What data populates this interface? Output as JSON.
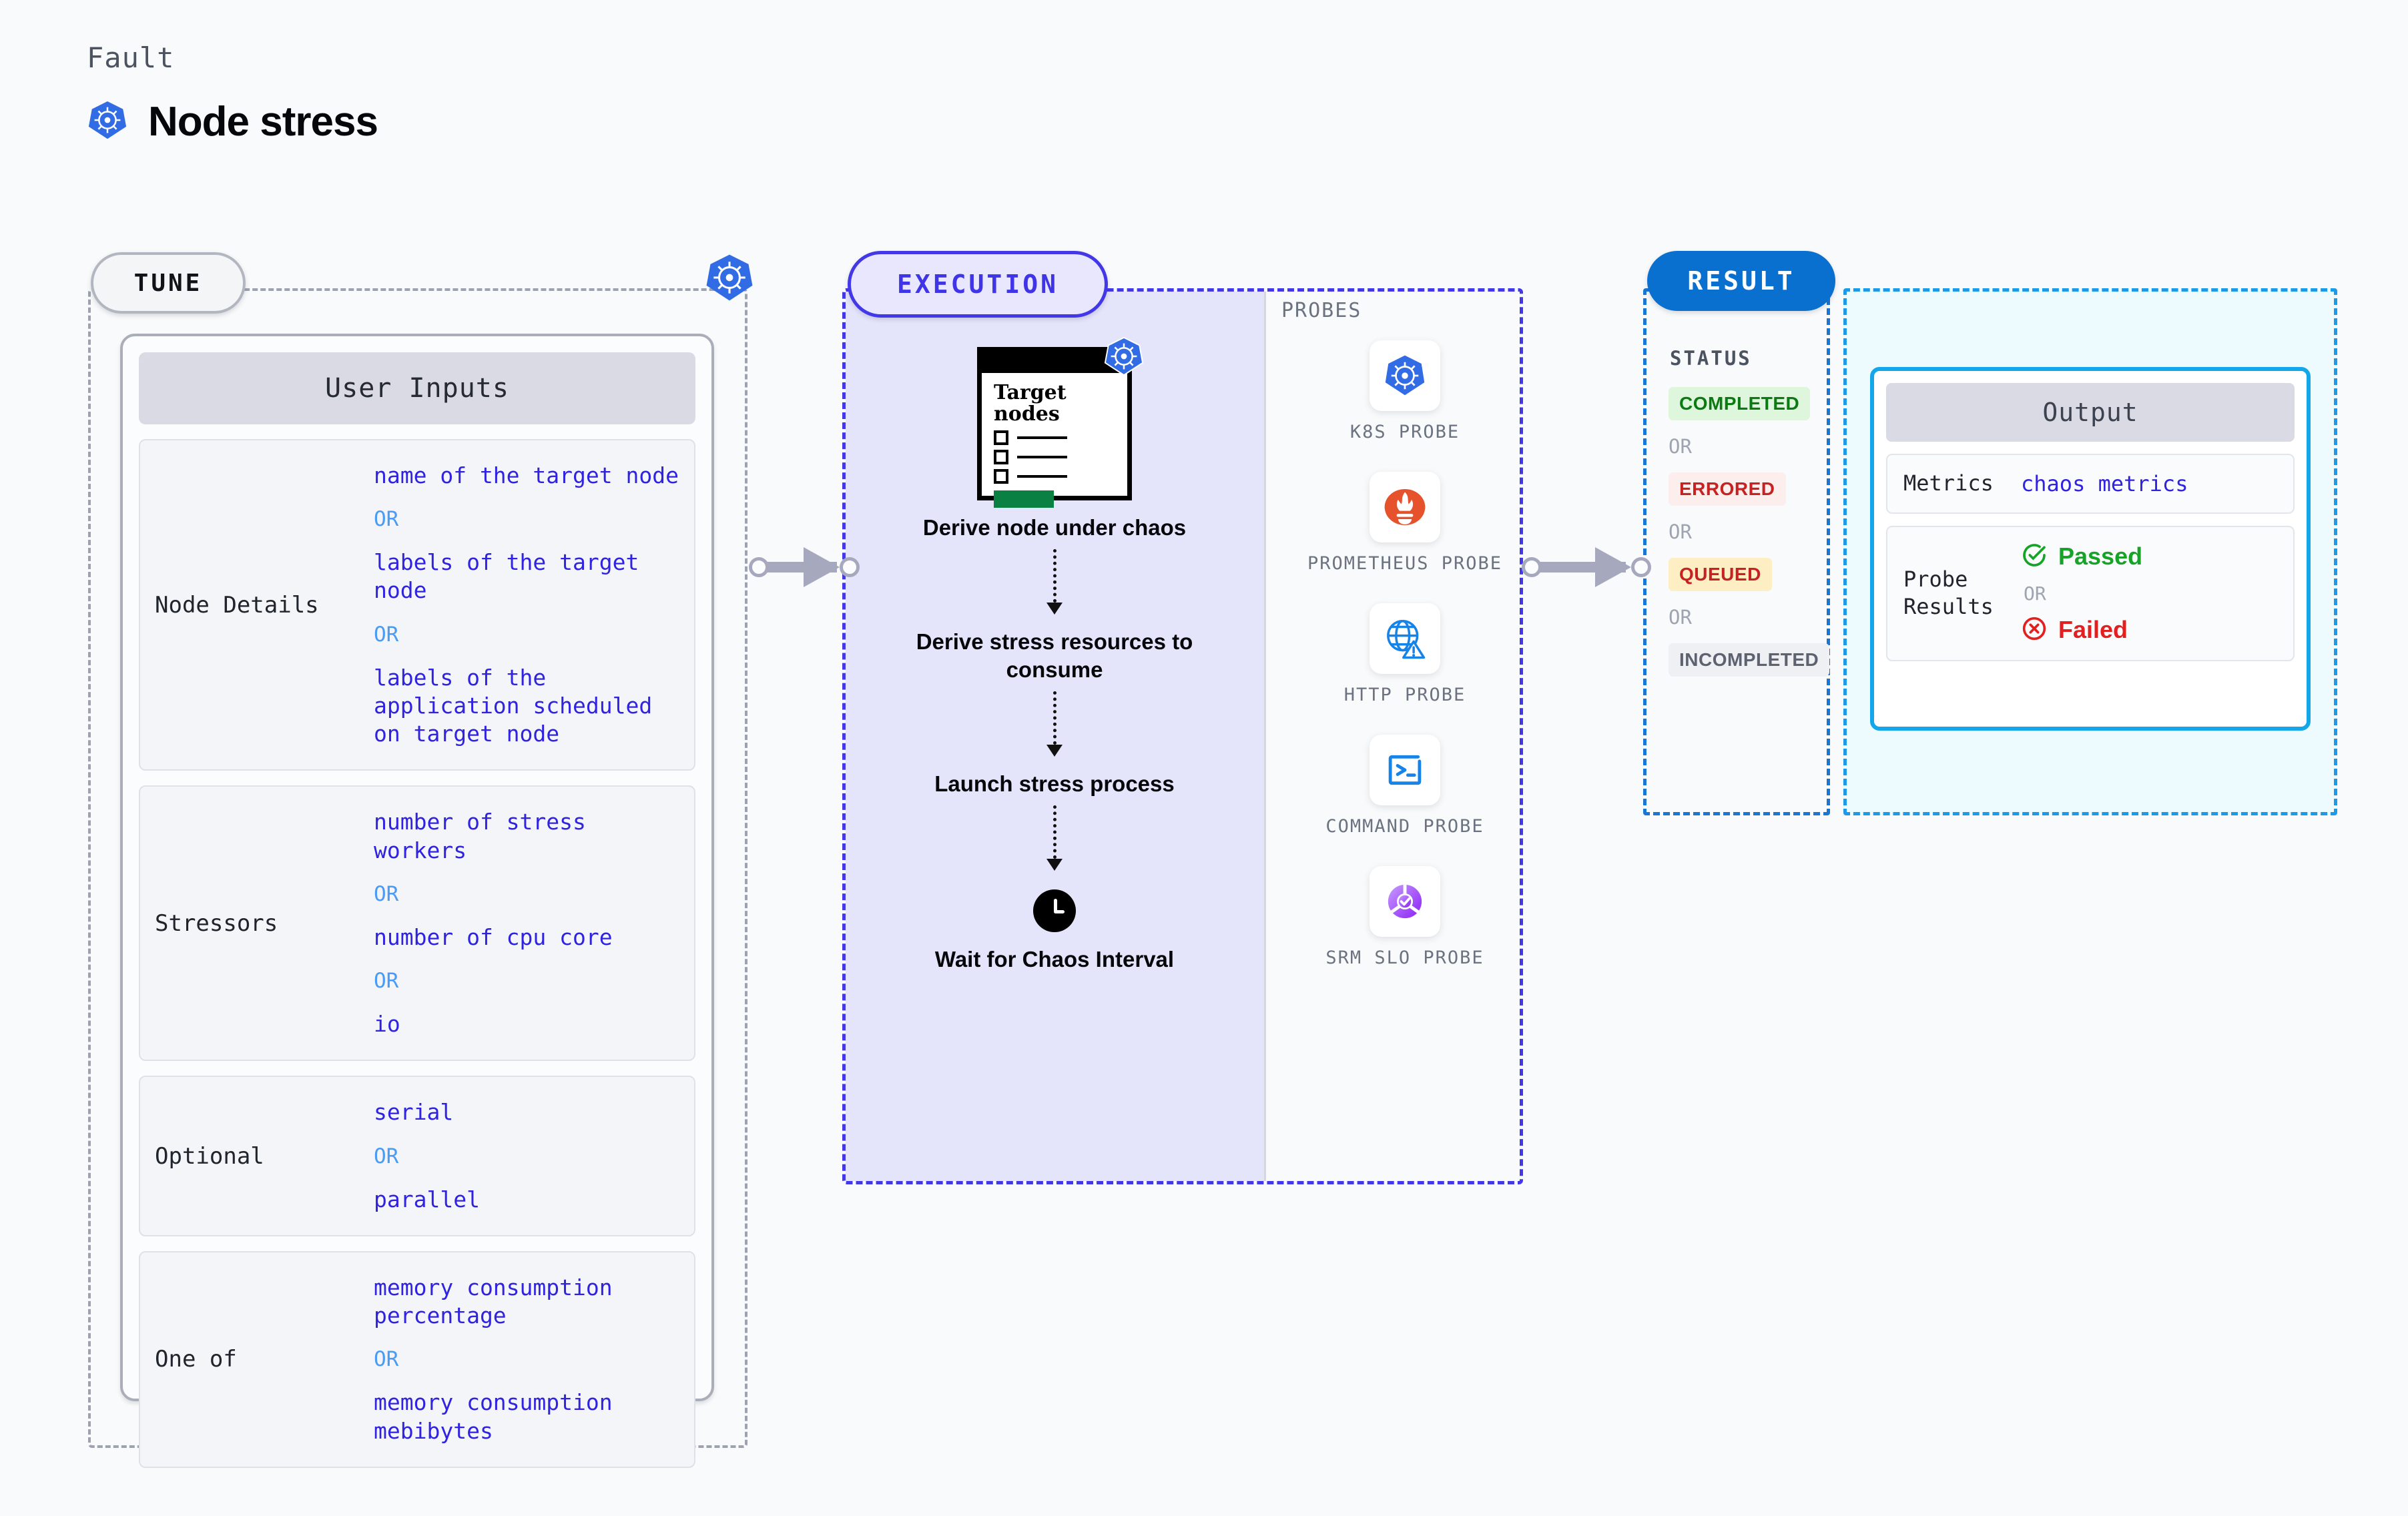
{
  "header": {
    "kicker": "Fault",
    "title": "Node stress",
    "icon": "kubernetes-icon"
  },
  "tune": {
    "pill_label": "TUNE",
    "badge_icon": "kubernetes-icon",
    "card_title": "User Inputs",
    "rows": [
      {
        "label": "Node Details",
        "values": [
          "name of the target node",
          "labels of the target node",
          "labels of the application scheduled on target node"
        ],
        "or_label": "OR"
      },
      {
        "label": "Stressors",
        "values": [
          "number of stress workers",
          "number of cpu core",
          "io"
        ],
        "or_label": "OR"
      },
      {
        "label": "Optional",
        "values": [
          "serial",
          "parallel"
        ],
        "or_label": "OR"
      },
      {
        "label": "One of",
        "values": [
          "memory consumption percentage",
          "memory consumption mebibytes"
        ],
        "or_label": "OR"
      }
    ]
  },
  "execution": {
    "pill_label": "EXECUTION",
    "card": {
      "title": "Target nodes",
      "badge_icon": "kubernetes-icon",
      "checkbox_count": 3
    },
    "steps": [
      "Derive node under chaos",
      "Derive stress resources to consume",
      "Launch stress process",
      "Wait for Chaos Interval"
    ],
    "wait_icon": "clock-icon"
  },
  "probes": {
    "section_label": "PROBES",
    "items": [
      {
        "name": "K8S PROBE",
        "icon": "kubernetes-icon"
      },
      {
        "name": "PROMETHEUS PROBE",
        "icon": "prometheus-flame-icon"
      },
      {
        "name": "HTTP PROBE",
        "icon": "globe-warning-icon"
      },
      {
        "name": "COMMAND PROBE",
        "icon": "terminal-icon"
      },
      {
        "name": "SRM SLO PROBE",
        "icon": "slo-check-icon"
      }
    ]
  },
  "result": {
    "pill_label": "RESULT",
    "status_label": "STATUS",
    "or_label": "OR",
    "statuses": [
      {
        "label": "COMPLETED",
        "color": "#0b7a12",
        "bg": "#ddf6dc"
      },
      {
        "label": "ERRORED",
        "color": "#c62222",
        "bg": "#fdeeee"
      },
      {
        "label": "QUEUED",
        "color": "#c62222",
        "bg": "#fdeec4"
      },
      {
        "label": "INCOMPLETED",
        "color": "#5c6270",
        "bg": "#eff0f4"
      }
    ],
    "output": {
      "title": "Output",
      "metrics_label": "Metrics",
      "metrics_value": "chaos metrics",
      "probe_results_label": "Probe Results",
      "passed_label": "Passed",
      "failed_label": "Failed",
      "passed_color": "#17a327",
      "failed_color": "#e32020",
      "or_label": "OR",
      "passed_icon": "check-circle-icon",
      "failed_icon": "x-circle-icon"
    }
  },
  "connectors": {
    "arrow1": "arrow-tune-to-execution",
    "arrow2": "arrow-execution-to-result"
  }
}
